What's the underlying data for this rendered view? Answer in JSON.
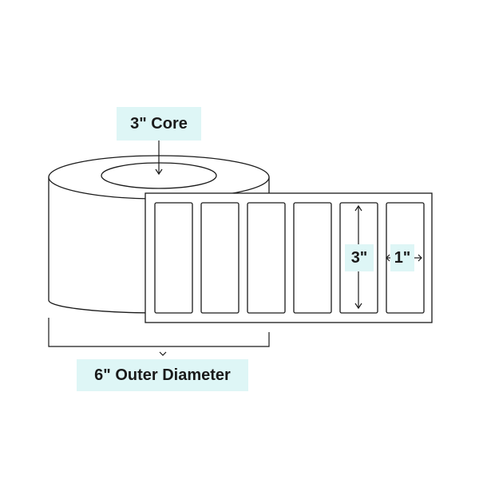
{
  "labels": {
    "core": "3\" Core",
    "outer_diameter": "6\" Outer Diameter",
    "label_height": "3\"",
    "label_width": "1\""
  },
  "label_count": 6,
  "colors": {
    "line": "#1a1a1a",
    "callout_bg": "#def6f6",
    "background": "#ffffff"
  }
}
